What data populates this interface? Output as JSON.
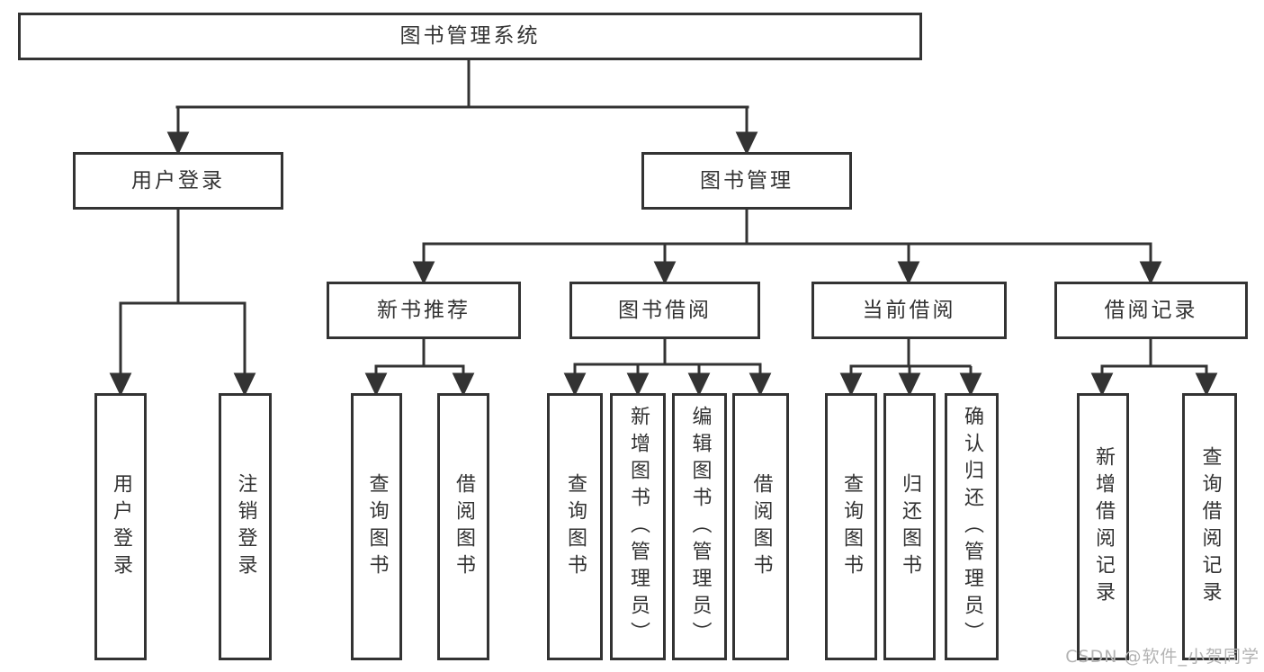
{
  "root": {
    "label": "图书管理系统"
  },
  "login": {
    "label": "用户登录",
    "children": [
      {
        "label": "用户登录"
      },
      {
        "label": "注销登录"
      }
    ]
  },
  "management": {
    "label": "图书管理",
    "sections": [
      {
        "label": "新书推荐",
        "children": [
          {
            "label": "查询图书"
          },
          {
            "label": "借阅图书"
          }
        ]
      },
      {
        "label": "图书借阅",
        "children": [
          {
            "label": "查询图书"
          },
          {
            "label": "新增图书（管理员）"
          },
          {
            "label": "编辑图书（管理员）"
          },
          {
            "label": "借阅图书"
          }
        ]
      },
      {
        "label": "当前借阅",
        "children": [
          {
            "label": "查询图书"
          },
          {
            "label": "归还图书"
          },
          {
            "label": "确认归还（管理员）"
          }
        ]
      },
      {
        "label": "借阅记录",
        "children": [
          {
            "label": "新增借阅记录"
          },
          {
            "label": "查询借阅记录"
          }
        ]
      }
    ]
  },
  "watermark": "CSDN @软件_小贺同学",
  "colors": {
    "line": "#333333",
    "text": "#333333",
    "background": "#ffffff",
    "watermark": "#b3b3b3"
  }
}
